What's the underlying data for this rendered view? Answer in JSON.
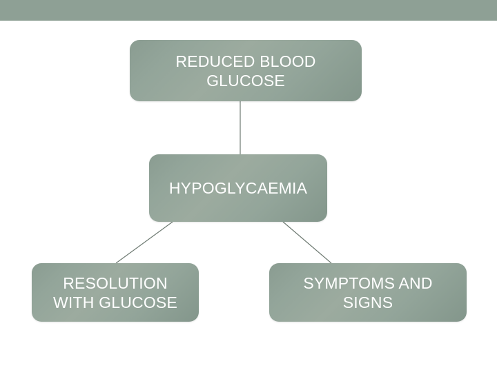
{
  "slide": {
    "background_color": "#ffffff",
    "banner": {
      "color": "#8ea095",
      "name": "top-decorative-banner"
    },
    "node_fill_color": "#8d9f94",
    "node_text_color": "#ffffff",
    "connector_color": "#6e7a72"
  },
  "diagram": {
    "type": "flowchart",
    "nodes": [
      {
        "id": "reduced-blood-glucose",
        "label": "REDUCED BLOOD\nGLUCOSE"
      },
      {
        "id": "hypoglycaemia",
        "label": "HYPOGLYCAEMIA"
      },
      {
        "id": "resolution-with-glucose",
        "label": "RESOLUTION\nWITH GLUCOSE"
      },
      {
        "id": "symptoms-and-signs",
        "label": "SYMPTOMS AND\nSIGNS"
      }
    ],
    "edges": [
      {
        "from": "reduced-blood-glucose",
        "to": "hypoglycaemia",
        "style": "vertical-line"
      },
      {
        "from": "hypoglycaemia",
        "to": "resolution-with-glucose",
        "style": "diagonal-line"
      },
      {
        "from": "hypoglycaemia",
        "to": "symptoms-and-signs",
        "style": "diagonal-line"
      }
    ]
  }
}
